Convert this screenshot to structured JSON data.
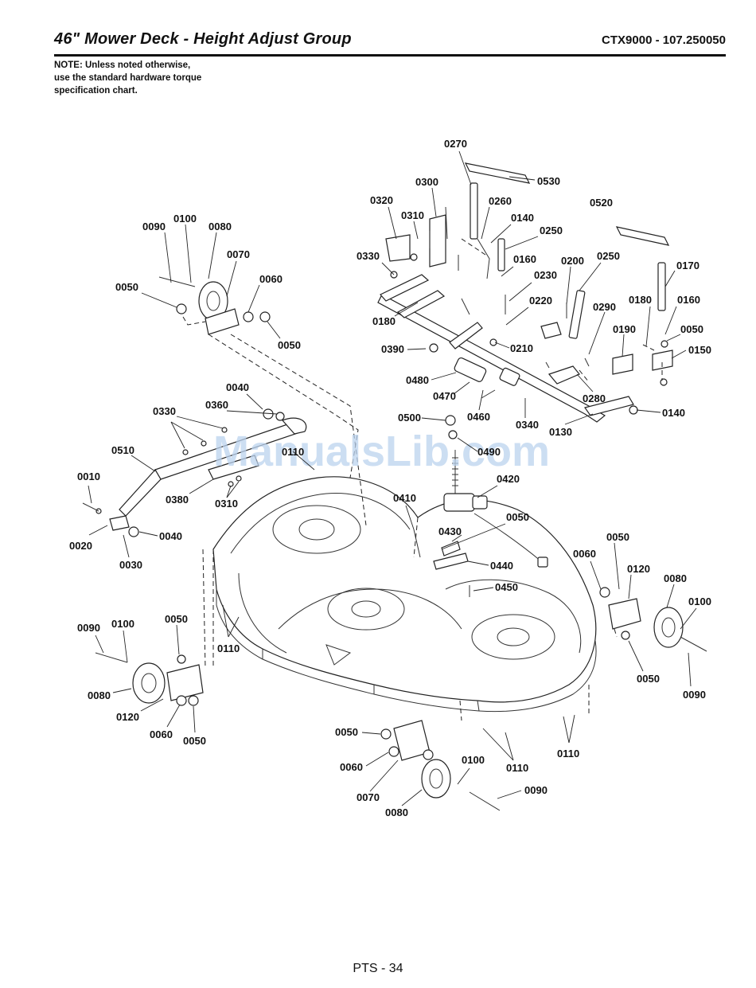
{
  "header": {
    "title": "46\" Mower Deck - Height Adjust Group",
    "model": "CTX9000 - 107.250050"
  },
  "note": {
    "line1": "NOTE: Unless noted otherwise,",
    "line2": "use the standard hardware torque",
    "line3": "specification chart."
  },
  "watermark": "ManualsLib.com",
  "footer": {
    "page": "PTS - 34"
  },
  "callouts": [
    "0270",
    "0530",
    "0300",
    "0320",
    "0310",
    "0260",
    "0140",
    "0250",
    "0520",
    "0330",
    "0160",
    "0200",
    "0250",
    "0170",
    "0230",
    "0220",
    "0180",
    "0160",
    "0180",
    "0290",
    "0190",
    "0050",
    "0390",
    "0210",
    "0150",
    "0480",
    "0470",
    "0460",
    "0280",
    "0340",
    "0140",
    "0130",
    "0090",
    "0100",
    "0080",
    "0070",
    "0060",
    "0050",
    "0050",
    "0040",
    "0360",
    "0330",
    "0500",
    "0110",
    "0490",
    "0510",
    "0380",
    "0310",
    "0420",
    "0010",
    "0410",
    "0020",
    "0040",
    "0050",
    "0430",
    "0030",
    "0440",
    "0050",
    "0060",
    "0120",
    "0450",
    "0080",
    "0100",
    "0090",
    "0100",
    "0050",
    "0110",
    "0050",
    "0090",
    "0080",
    "0120",
    "0060",
    "0050",
    "0050",
    "0110",
    "0110",
    "0060",
    "0100",
    "0090",
    "0070",
    "0080"
  ]
}
